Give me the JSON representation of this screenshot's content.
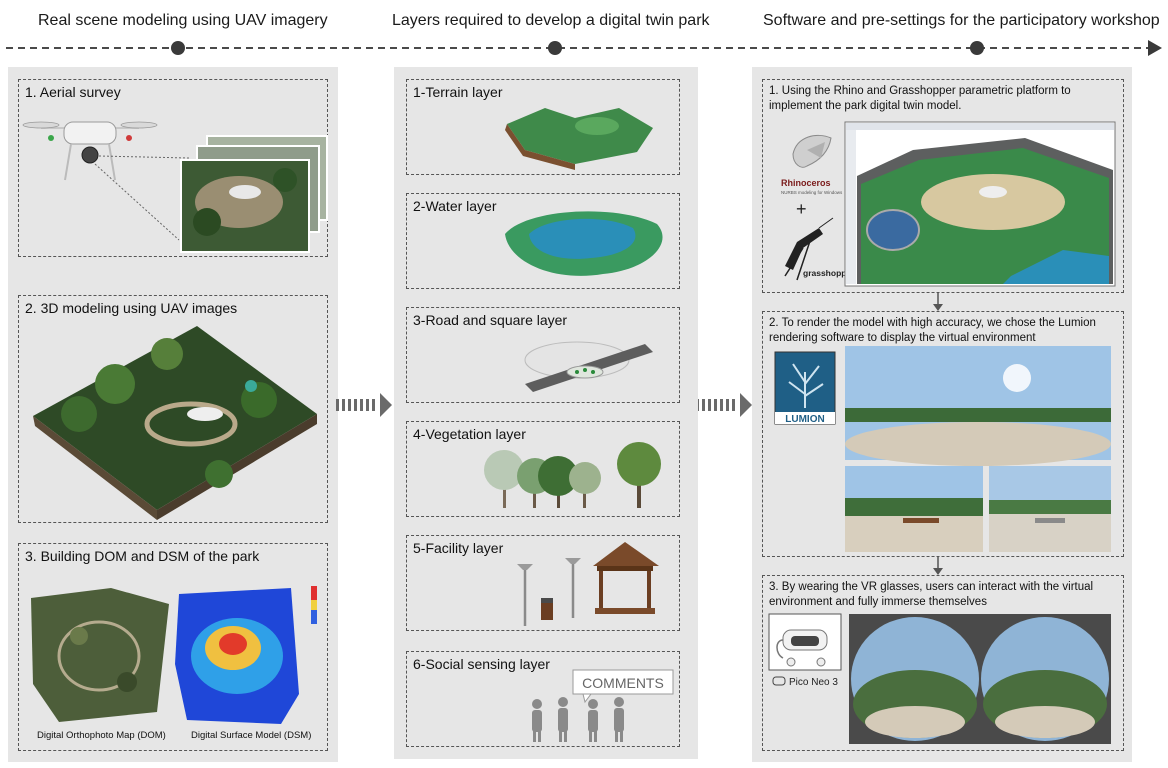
{
  "stages": [
    {
      "title": "Real scene modeling using UAV imagery"
    },
    {
      "title": "Layers required to develop a digital twin park"
    },
    {
      "title": "Software and pre-settings for the participatory workshop"
    }
  ],
  "left": {
    "aerial_survey": "1. Aerial survey",
    "modeling_3d": "2. 3D modeling using UAV images",
    "dom_dsm": "3. Building DOM and DSM of the park",
    "dom_caption": "Digital Orthophoto Map (DOM)",
    "dsm_caption": "Digital Surface Model (DSM)"
  },
  "layers": [
    {
      "label": "1-Terrain layer"
    },
    {
      "label": "2-Water layer"
    },
    {
      "label": "3-Road and square layer"
    },
    {
      "label": "4-Vegetation layer"
    },
    {
      "label": "5-Facility layer"
    },
    {
      "label": "6-Social sensing layer"
    }
  ],
  "comments_tag": "COMMENTS",
  "right": {
    "step1": "1. Using the Rhino and Grasshopper parametric platform to implement the park digital twin model.",
    "step2": "2. To render the model with high accuracy, we chose the Lumion rendering software to display the virtual environment",
    "step3": "3. By wearing the VR glasses, users can interact with the virtual environment and fully immerse themselves",
    "rhino_logo": "Rhinoceros",
    "rhino_tagline": "NURBS modeling for Windows",
    "plus_sign": "+",
    "grasshopper_logo": "grasshopper",
    "lumion_logo": "LUMION",
    "vr_device": "Pico Neo 3"
  },
  "colors": {
    "panel_bg": "#e6e6e6",
    "timeline": "#4a4a4a",
    "dashed_border": "#555555",
    "terrain_green": "#3f8a4a",
    "water_blue": "#2a8fb8",
    "lumion_blue": "#1f5f86"
  },
  "icons": [
    "drone-icon",
    "grasshopper-icon",
    "rhino-icon",
    "vr-headset-icon",
    "flow-arrow-icon",
    "person-silhouette-icon"
  ]
}
